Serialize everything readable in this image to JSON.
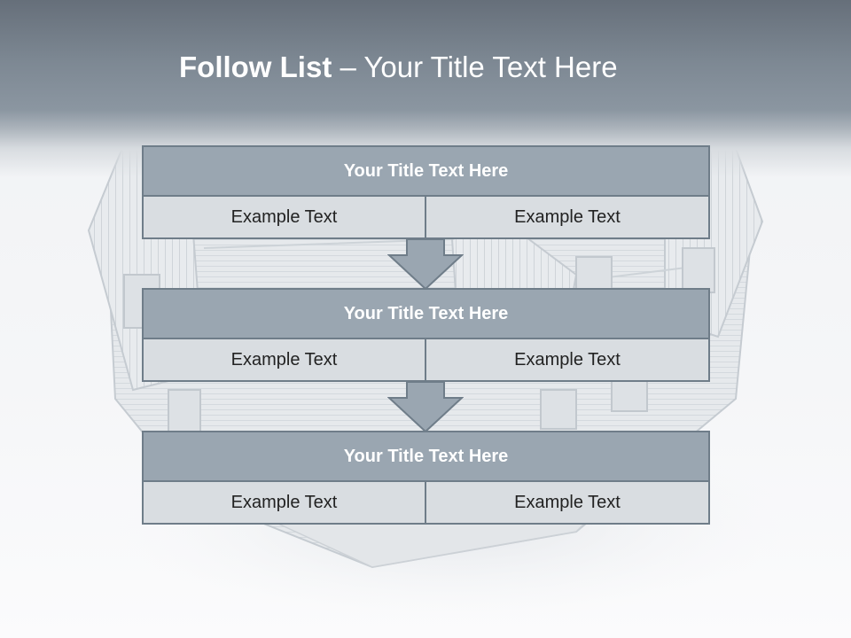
{
  "title": {
    "bold_part": "Follow List",
    "rest_part": " – Your Title Text Here"
  },
  "flow": [
    {
      "heading": "Your Title Text Here",
      "left": "Example Text",
      "right": "Example Text"
    },
    {
      "heading": "Your Title Text Here",
      "left": "Example Text",
      "right": "Example Text"
    },
    {
      "heading": "Your Title Text Here",
      "left": "Example Text",
      "right": "Example Text"
    }
  ],
  "colors": {
    "header_band": "#7d8893",
    "box_title_fill": "#9aa6b1",
    "box_border": "#6f7d89",
    "cell_fill": "#d9dde1",
    "arrow_fill": "#9aa6b1"
  },
  "icons": {
    "background_art": "house-illustration",
    "connector": "down-arrow-icon"
  }
}
